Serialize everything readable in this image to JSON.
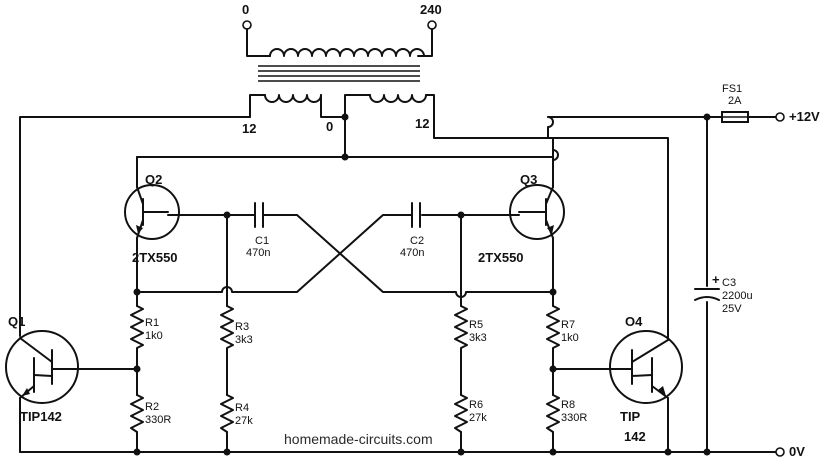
{
  "transformer": {
    "primary_left": "0",
    "primary_right": "240",
    "secondary_left": "12",
    "secondary_center": "0",
    "secondary_right": "12"
  },
  "q2": {
    "ref": "Q2",
    "part": "2TX550"
  },
  "q3": {
    "ref": "Q3",
    "part": "2TX550"
  },
  "q1": {
    "ref": "Q1",
    "part": "TIP142"
  },
  "q4": {
    "ref": "O4",
    "part_line1": "TIP",
    "part_line2": "142"
  },
  "c1": {
    "ref": "C1",
    "value": "470n"
  },
  "c2": {
    "ref": "C2",
    "value": "470n"
  },
  "c3": {
    "ref": "C3",
    "value": "2200u",
    "voltage": "25V",
    "polarity": "+"
  },
  "r1": {
    "ref": "R1",
    "value": "1k0"
  },
  "r2": {
    "ref": "R2",
    "value": "330R"
  },
  "r3": {
    "ref": "R3",
    "value": "3k3"
  },
  "r4": {
    "ref": "R4",
    "value": "27k"
  },
  "r5": {
    "ref": "R5",
    "value": "3k3"
  },
  "r6": {
    "ref": "R6",
    "value": "27k"
  },
  "r7": {
    "ref": "R7",
    "value": "1k0"
  },
  "r8": {
    "ref": "R8",
    "value": "330R"
  },
  "fuse": {
    "ref": "FS1",
    "value": "2A"
  },
  "supply": {
    "positive": "+12V",
    "ground": "0V"
  },
  "watermark": "homemade-circuits.com"
}
